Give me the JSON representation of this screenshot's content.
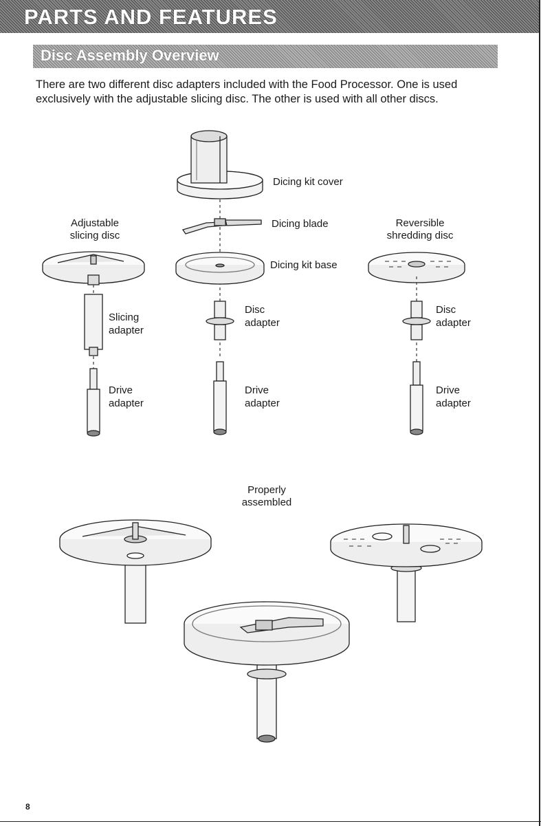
{
  "header": {
    "title": "PARTS AND FEATURES"
  },
  "section": {
    "title": "Disc Assembly Overview"
  },
  "intro": "There are two different disc adapters included with the Food Processor. One is used exclusively with the adjustable slicing disc. The other is used with all other discs.",
  "labels": {
    "dicing_kit_cover": "Dicing kit cover",
    "dicing_blade": "Dicing blade",
    "dicing_kit_base": "Dicing kit base",
    "adjustable_line1": "Adjustable",
    "adjustable_line2": "slicing disc",
    "reversible_line1": "Reversible",
    "reversible_line2": "shredding disc",
    "slicing_adapter_line1": "Slicing",
    "slicing_adapter_line2": "adapter",
    "disc_adapter_center_line1": "Disc",
    "disc_adapter_center_line2": "adapter",
    "disc_adapter_right_line1": "Disc",
    "disc_adapter_right_line2": "adapter",
    "drive_left_line1": "Drive",
    "drive_left_line2": "adapter",
    "drive_center_line1": "Drive",
    "drive_center_line2": "adapter",
    "drive_right_line1": "Drive",
    "drive_right_line2": "adapter",
    "properly_line1": "Properly",
    "properly_line2": "assembled"
  },
  "page_number": "8"
}
